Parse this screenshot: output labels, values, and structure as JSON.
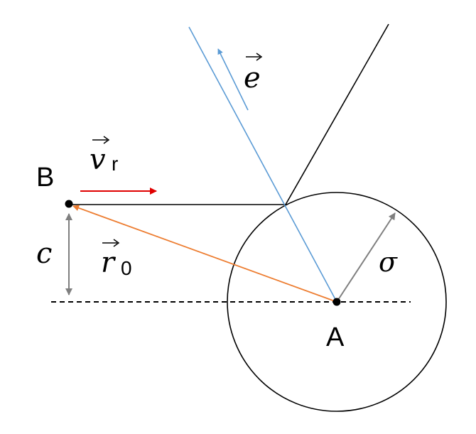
{
  "labels": {
    "point_b": "B",
    "point_a": "A",
    "c": "c",
    "sigma": "σ",
    "e": "e",
    "v": "v",
    "v_sub": "r",
    "r": "r",
    "r_sub": "0"
  },
  "colors": {
    "black": "#000000",
    "blue": "#5b9bd5",
    "red": "#e00000",
    "orange": "#ed7d31",
    "gray": "#7f7f7f"
  }
}
